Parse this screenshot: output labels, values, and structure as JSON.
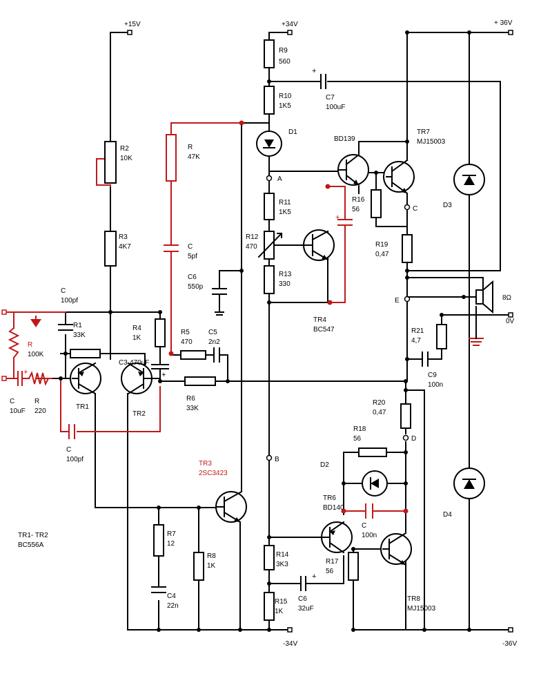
{
  "rails": {
    "p15": "+15V",
    "p34": "+34V",
    "p36": "+ 36V",
    "n34": "-34V",
    "n36": "-36V",
    "gnd": "0V"
  },
  "nodes": {
    "A": "A",
    "B": "B",
    "C": "C",
    "D": "D",
    "E": "E"
  },
  "components": [
    {
      "id": "R9",
      "ref": "R9",
      "value": "560"
    },
    {
      "id": "R10",
      "ref": "R10",
      "value": "1K5"
    },
    {
      "id": "C7",
      "ref": "C7",
      "value": "100uF"
    },
    {
      "id": "D1",
      "ref": "D1",
      "value": ""
    },
    {
      "id": "BD139",
      "ref": "BD139",
      "value": ""
    },
    {
      "id": "TR7",
      "ref": "TR7",
      "value": "MJ15003"
    },
    {
      "id": "R2",
      "ref": "R2",
      "value": "10K"
    },
    {
      "id": "R3",
      "ref": "R3",
      "value": "4K7"
    },
    {
      "id": "RFB",
      "ref": "R",
      "value": "47K"
    },
    {
      "id": "CFB",
      "ref": "C",
      "value": "5pf"
    },
    {
      "id": "C6a",
      "ref": "C6",
      "value": "550p"
    },
    {
      "id": "R11",
      "ref": "R11",
      "value": "1K5"
    },
    {
      "id": "R12",
      "ref": "R12",
      "value": "470"
    },
    {
      "id": "R13",
      "ref": "R13",
      "value": "330"
    },
    {
      "id": "TR4",
      "ref": "TR4",
      "value": "BC547"
    },
    {
      "id": "R16",
      "ref": "R16",
      "value": "56"
    },
    {
      "id": "R19",
      "ref": "R19",
      "value": "0,47"
    },
    {
      "id": "D3",
      "ref": "D3",
      "value": ""
    },
    {
      "id": "C100pf",
      "ref": "C",
      "value": "100pf"
    },
    {
      "id": "R1",
      "ref": "R1",
      "value": "33K"
    },
    {
      "id": "R4",
      "ref": "R4",
      "value": "1K"
    },
    {
      "id": "R5",
      "ref": "R5",
      "value": "470"
    },
    {
      "id": "C5",
      "ref": "C5",
      "value": "2n2"
    },
    {
      "id": "C3",
      "ref": "C3",
      "value": "470uF"
    },
    {
      "id": "R6",
      "ref": "R6",
      "value": "33K"
    },
    {
      "id": "RIN",
      "ref": "R",
      "value": "100K"
    },
    {
      "id": "CIN",
      "ref": "C",
      "value": "10uF"
    },
    {
      "id": "RS",
      "ref": "R",
      "value": "220"
    },
    {
      "id": "TR1",
      "ref": "TR1",
      "value": ""
    },
    {
      "id": "TR2",
      "ref": "TR2",
      "value": ""
    },
    {
      "id": "CMILL",
      "ref": "C",
      "value": "100pf"
    },
    {
      "id": "R21",
      "ref": "R21",
      "value": "4,7"
    },
    {
      "id": "C9",
      "ref": "C9",
      "value": "100n"
    },
    {
      "id": "R20",
      "ref": "R20",
      "value": "0,47"
    },
    {
      "id": "R18",
      "ref": "R18",
      "value": "56"
    },
    {
      "id": "D2",
      "ref": "D2",
      "value": ""
    },
    {
      "id": "TR6",
      "ref": "TR6",
      "value": "BD140"
    },
    {
      "id": "CBR",
      "ref": "C",
      "value": "100n"
    },
    {
      "id": "D4",
      "ref": "D4",
      "value": ""
    },
    {
      "id": "TR3",
      "ref": "TR3",
      "value": "2SC3423"
    },
    {
      "id": "R7",
      "ref": "R7",
      "value": "12"
    },
    {
      "id": "R8",
      "ref": "R8",
      "value": "1K"
    },
    {
      "id": "C4",
      "ref": "C4",
      "value": "22n"
    },
    {
      "id": "R14",
      "ref": "R14",
      "value": "3K3"
    },
    {
      "id": "R15",
      "ref": "R15",
      "value": "1K"
    },
    {
      "id": "C6b",
      "ref": "C6",
      "value": "32uF"
    },
    {
      "id": "R17",
      "ref": "R17",
      "value": "56"
    },
    {
      "id": "TR8",
      "ref": "TR8",
      "value": "MJ15003"
    }
  ],
  "notes": {
    "pair": "TR1- TR2",
    "pair_type": "BC556A",
    "speaker": "8Ω",
    "plus": "+"
  }
}
